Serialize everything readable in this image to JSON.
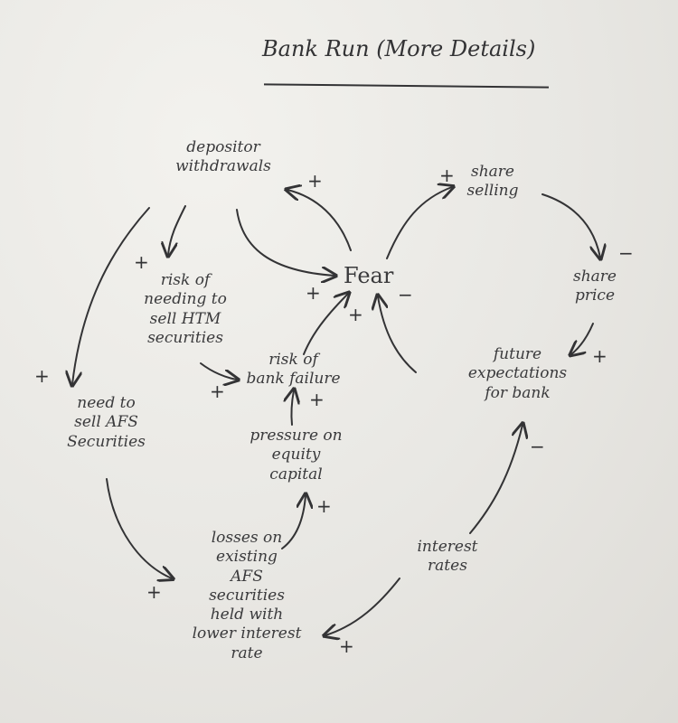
{
  "title": "Bank Run (More Details)",
  "nodes": {
    "depositor_withdrawals": [
      "depositor",
      "withdrawals"
    ],
    "fear": "Fear",
    "share_selling": [
      "share",
      "selling"
    ],
    "share_price": [
      "share",
      "price"
    ],
    "risk_needing_htm": [
      "risk of",
      "needing to",
      "sell HTM",
      "securities"
    ],
    "risk_bank_failure": [
      "risk of",
      "bank failure"
    ],
    "future_expectations": [
      "future",
      "expectations",
      "for bank"
    ],
    "need_sell_afs": [
      "need to",
      "sell AFS",
      "Securities"
    ],
    "pressure_equity": [
      "pressure on",
      "equity",
      "capital"
    ],
    "losses_afs": [
      "losses on",
      "existing",
      "AFS",
      "securities",
      "held with",
      "lower interest",
      "rate"
    ],
    "interest_rates": [
      "interest",
      "rates"
    ]
  },
  "signs": {
    "fear_to_withdrawals": "+",
    "fear_to_share_selling": "+",
    "selling_to_price": "−",
    "price_to_expectations": "+",
    "withdrawals_to_fear": "+",
    "expectations_to_fear": "−",
    "withdrawals_to_htm": "+",
    "withdrawals_to_afs": "+",
    "htm_to_bankfailure": "+",
    "bankfailure_to_fear": "+",
    "pressure_to_bankfailure": "+",
    "losses_to_pressure": "+",
    "afs_to_losses": "+",
    "rates_to_losses": "+",
    "rates_to_expectations": "−"
  }
}
